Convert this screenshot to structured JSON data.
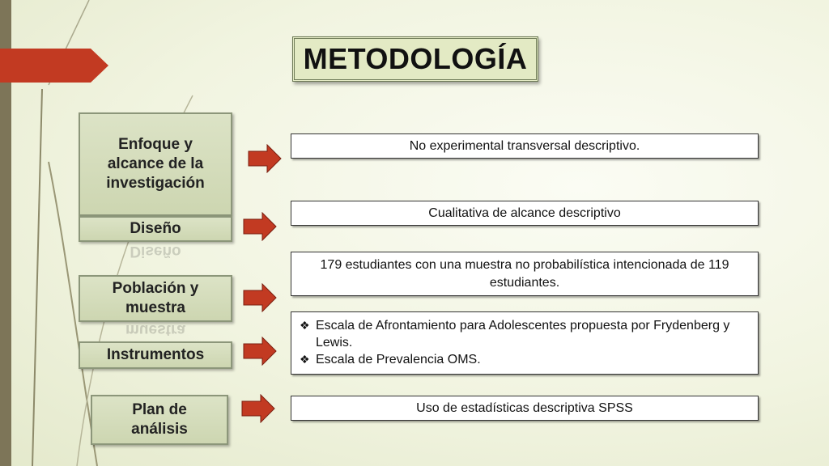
{
  "title": "METODOLOGÍA",
  "rows": [
    {
      "label": "Enfoque y alcance  de la investigación",
      "value": "No experimental transversal  descriptivo."
    },
    {
      "label": "Diseño",
      "value": "Cualitativa de alcance descriptivo"
    },
    {
      "label": "Población y muestra",
      "value": "179 estudiantes con una muestra no probabilística intencionada de 119 estudiantes."
    },
    {
      "label": "Instrumentos",
      "bullets": [
        "Escala de Afrontamiento para Adolescentes propuesta por Frydenberg y Lewis.",
        "Escala de Prevalencia OMS."
      ]
    },
    {
      "label": "Plan de análisis",
      "value": "Uso de estadísticas descriptiva SPSS"
    }
  ],
  "reflections": {
    "diseno": "Diseño",
    "poblacion": "muestra"
  },
  "colors": {
    "accent_red": "#c23a22",
    "sidebar": "#7d7558",
    "label_fill": "#d4dcbc"
  },
  "icons": {
    "arrow": "right-arrow-icon",
    "bullet": "diamond-bullet-icon"
  }
}
